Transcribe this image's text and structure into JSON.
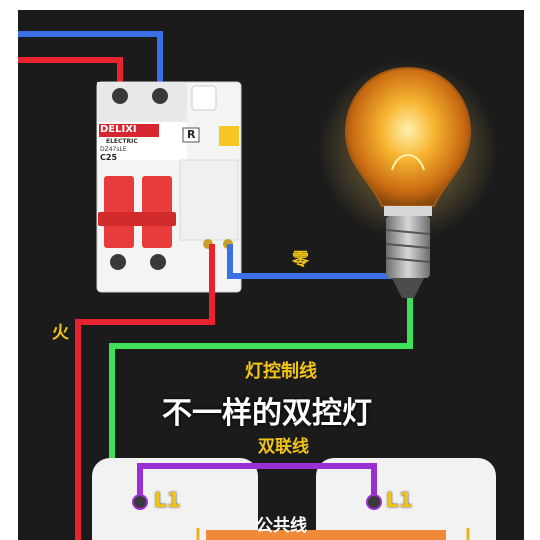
{
  "breaker": {
    "brand": "DELIXI",
    "brand_sub": "ELECTRIC",
    "model": "DZ47sLE",
    "rating": "C25",
    "reset_label": "R"
  },
  "labels": {
    "live": "火",
    "neutral": "零",
    "lamp_control_wire": "灯控制线",
    "headline": "不一样的双控灯",
    "dual_link_wire": "双联线",
    "common_wire": "公共线"
  },
  "switches": {
    "left_terminal": "L1",
    "right_terminal": "L1"
  },
  "wire_colors": {
    "live": "#e8222e",
    "neutral": "#3b6fe6",
    "control": "#3fe05a",
    "link": "#9a2fd4",
    "common": "#f08a3a"
  }
}
